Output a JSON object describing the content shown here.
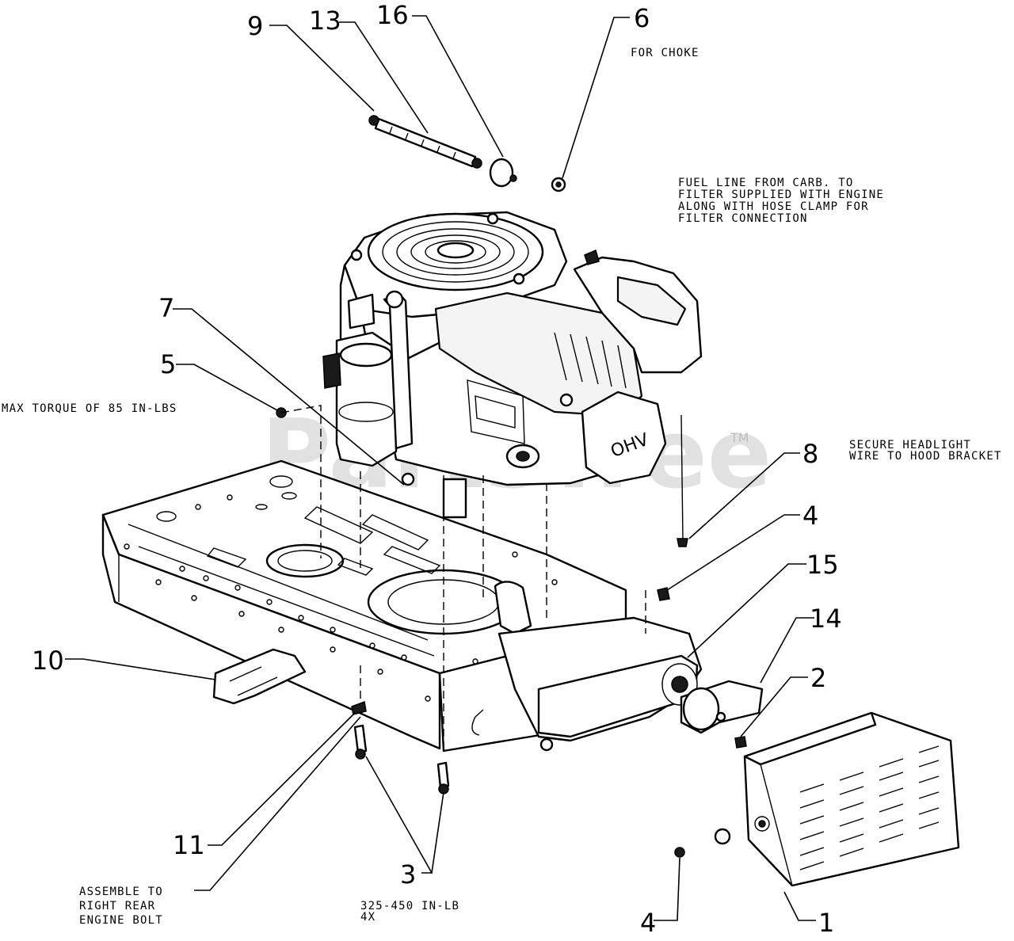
{
  "callouts": {
    "c1": "1",
    "c2": "2",
    "c3": "3",
    "c4a": "4",
    "c4b": "4",
    "c5": "5",
    "c6": "6",
    "c7": "7",
    "c8": "8",
    "c9": "9",
    "c10": "10",
    "c11": "11",
    "c13": "13",
    "c14": "14",
    "c15": "15",
    "c16": "16"
  },
  "notes": {
    "for_choke": "FOR CHOKE",
    "fuel_line": [
      "FUEL LINE FROM CARB. TO",
      "FILTER SUPPLIED WITH ENGINE",
      "ALONG WITH HOSE CLAMP FOR",
      "FILTER CONNECTION"
    ],
    "max_torque": "MAX TORQUE OF 85 IN-LBS",
    "headlight": [
      "SECURE HEADLIGHT",
      "WIRE TO HOOD BRACKET"
    ],
    "assemble": [
      "ASSEMBLE TO",
      "RIGHT REAR",
      "ENGINE BOLT"
    ],
    "torque_bolts": [
      "325-450 IN-LB",
      "4X"
    ]
  },
  "watermark": {
    "text": "PartsTree",
    "tm": "TM"
  }
}
